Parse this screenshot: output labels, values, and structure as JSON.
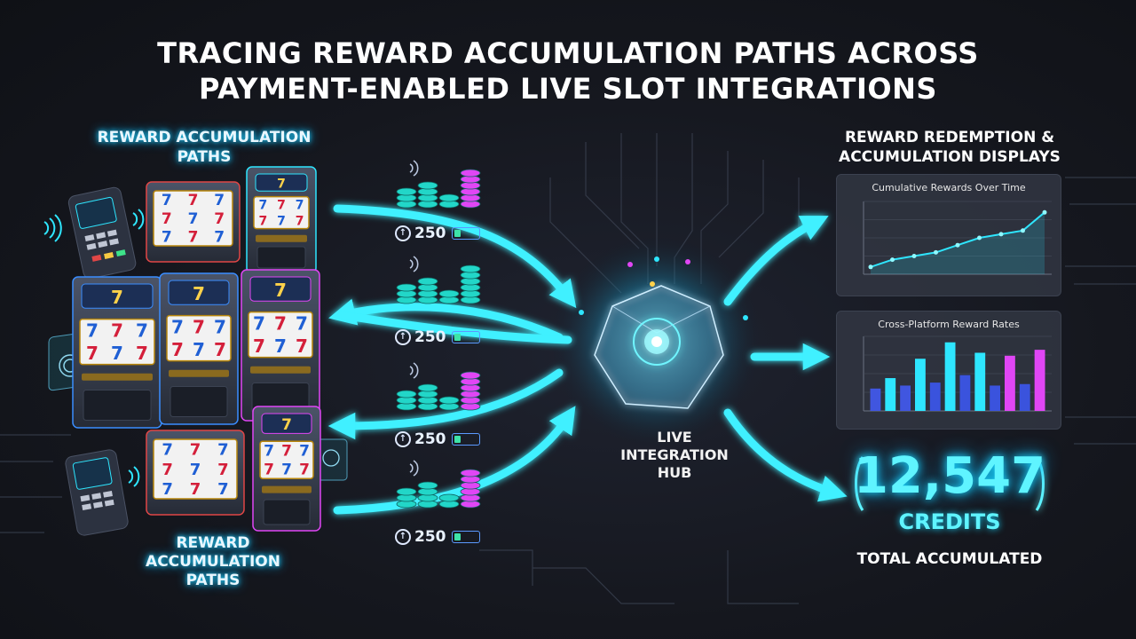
{
  "title": {
    "line1": "TRACING REWARD ACCUMULATION PATHS ACROSS",
    "line2": "PAYMENT-ENABLED LIVE SLOT INTEGRATIONS"
  },
  "left": {
    "label_top": [
      "REWARD ACCUMULATION",
      "PATHS"
    ],
    "label_bottom": [
      "REWARD",
      "ACCUMULATION",
      "PATHS"
    ],
    "stacks": [
      {
        "value": "250"
      },
      {
        "value": "250"
      },
      {
        "value": "250"
      },
      {
        "value": "250"
      }
    ],
    "reel_symbol": "7"
  },
  "hub": {
    "label": [
      "LIVE",
      "INTEGRATION",
      "HUB"
    ]
  },
  "right": {
    "label": [
      "REWARD REDEMPTION &",
      "ACCUMULATION DISPLAYS"
    ],
    "line_chart": {
      "title": "Cumulative Rewards Over Time"
    },
    "bar_chart": {
      "title": "Cross-Platform Reward Rates"
    },
    "credits": {
      "value": "12,547",
      "unit": "CREDITS",
      "caption": "TOTAL ACCUMULATED"
    }
  },
  "chart_data": [
    {
      "type": "line",
      "title": "Cumulative Rewards Over Time",
      "x": [
        1,
        2,
        3,
        4,
        5,
        6,
        7,
        8,
        9
      ],
      "series": [
        {
          "values": [
            2,
            4,
            5,
            6,
            8,
            10,
            11,
            12,
            17
          ]
        }
      ]
    },
    {
      "type": "bar",
      "title": "Cross-Platform Reward Rates",
      "values": [
        1.5,
        2.2,
        1.7,
        3.5,
        1.9,
        4.6,
        2.4,
        3.9,
        1.7,
        3.7,
        1.8,
        4.1
      ],
      "colors": [
        "#4056e0",
        "#2ee6ff",
        "#4056e0",
        "#2ee6ff",
        "#3a53dd",
        "#2ee6ff",
        "#3a53dd",
        "#2ee6ff",
        "#3a53dd",
        "#e046f5",
        "#3a53dd",
        "#e046f5"
      ]
    }
  ],
  "colors": {
    "accent_cyan": "#22e0ff",
    "accent_magenta": "#e046f5",
    "background": "#15171e"
  }
}
